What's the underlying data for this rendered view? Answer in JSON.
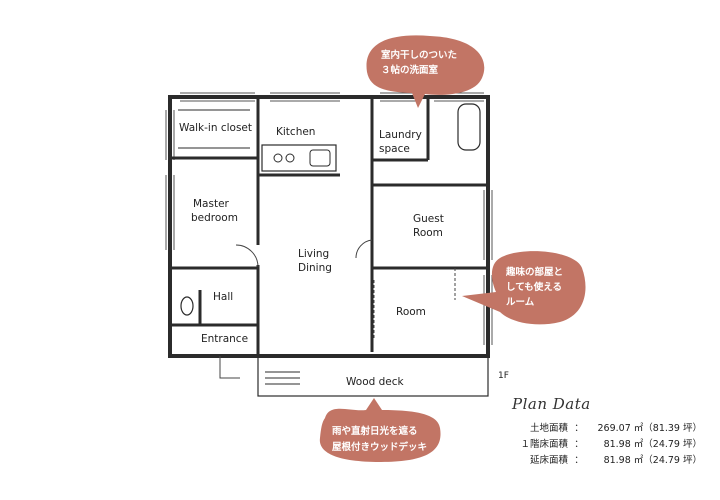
{
  "rooms": {
    "walk_in_closet": "Walk-in closet",
    "kitchen": "Kitchen",
    "laundry_line1": "Laundry",
    "laundry_line2": "space",
    "master_line1": "Master",
    "master_line2": "bedroom",
    "guest_line1": "Guest",
    "guest_line2": "Room",
    "living_line1": "Living",
    "living_line2": "Dining",
    "hall": "Hall",
    "room": "Room",
    "entrance": "Entrance",
    "wood_deck": "Wood deck"
  },
  "floor_label": "1F",
  "callouts": {
    "laundry_line1": "室内干しのついた",
    "laundry_line2": "３帖の洗面室",
    "hobby_line1": "趣味の部屋と",
    "hobby_line2": "しても使える",
    "hobby_line3": "ルーム",
    "deck_line1": "雨や直射日光を遮る",
    "deck_line2": "屋根付きウッドデッキ"
  },
  "plan_data": {
    "title": "Plan Data",
    "rows": [
      {
        "label": "土地面積",
        "sep": "：",
        "value": "269.07 ㎡（81.39 坪）"
      },
      {
        "label": "１階床面積",
        "sep": "：",
        "value": "81.98 ㎡（24.79 坪）"
      },
      {
        "label": "延床面積",
        "sep": "：",
        "value": "81.98 ㎡（24.79 坪）"
      }
    ]
  },
  "colors": {
    "callout": "#c27565",
    "wall": "#2b2b2b"
  }
}
